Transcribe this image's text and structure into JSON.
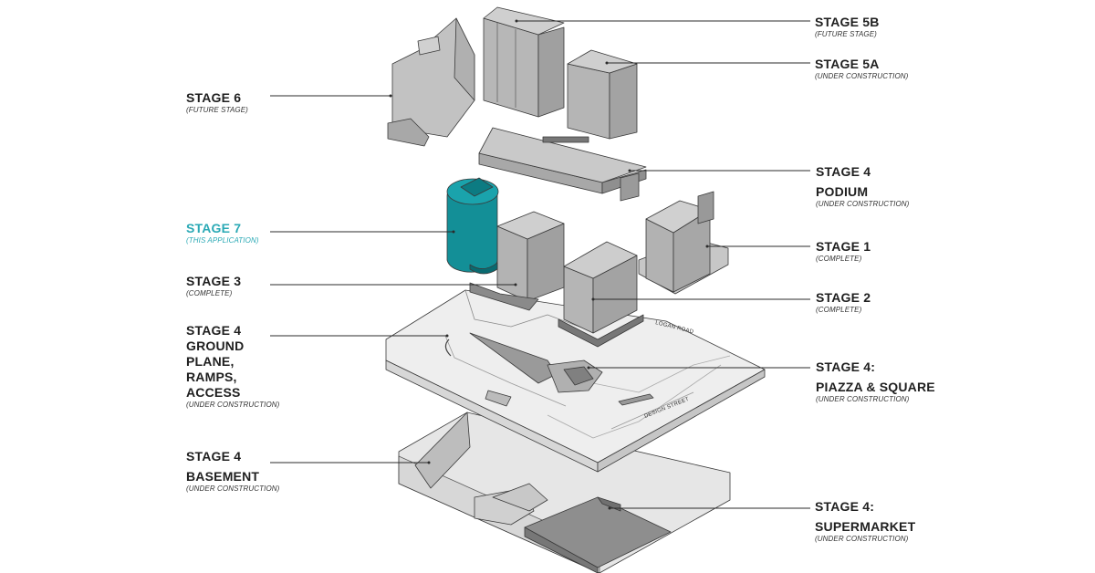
{
  "colors": {
    "highlight": "#2aa9b5",
    "building": "#c4c4c4",
    "building_dark": "#9a9a9a",
    "ground": "#ededed",
    "basement": "#dcdcdc"
  },
  "labels": {
    "stage5b": {
      "title": "STAGE 5B",
      "sub": "(FUTURE STAGE)"
    },
    "stage5a": {
      "title": "STAGE 5A",
      "sub": "(UNDER CONSTRUCTION)"
    },
    "stage6": {
      "title": "STAGE 6",
      "sub": "(FUTURE STAGE)"
    },
    "stage4podium": {
      "title": "STAGE 4",
      "title2": "PODIUM",
      "sub": "(UNDER CONSTRUCTION)"
    },
    "stage7": {
      "title": "STAGE 7",
      "sub": "(THIS APPLICATION)"
    },
    "stage1": {
      "title": "STAGE 1",
      "sub": "(COMPLETE)"
    },
    "stage3": {
      "title": "STAGE 3",
      "sub": "(COMPLETE)"
    },
    "stage2": {
      "title": "STAGE 2",
      "sub": "(COMPLETE)"
    },
    "stage4ground": {
      "title": "STAGE 4\nGROUND\nPLANE,\nRAMPS,\nACCESS",
      "sub": "(UNDER CONSTRUCTION)"
    },
    "stage4piazza": {
      "title": "STAGE 4:",
      "title2": "PIAZZA & SQUARE",
      "sub": "(UNDER CONSTRUCTION)"
    },
    "stage4basement": {
      "title": "STAGE 4",
      "title2": "BASEMENT",
      "sub": "(UNDER CONSTRUCTION)"
    },
    "stage4supermarket": {
      "title": "STAGE 4:",
      "title2": "SUPERMARKET",
      "sub": "(UNDER CONSTRUCTION)"
    }
  },
  "streets": {
    "logan": "LOGAN ROAD",
    "design": "DESIGN STREET"
  }
}
